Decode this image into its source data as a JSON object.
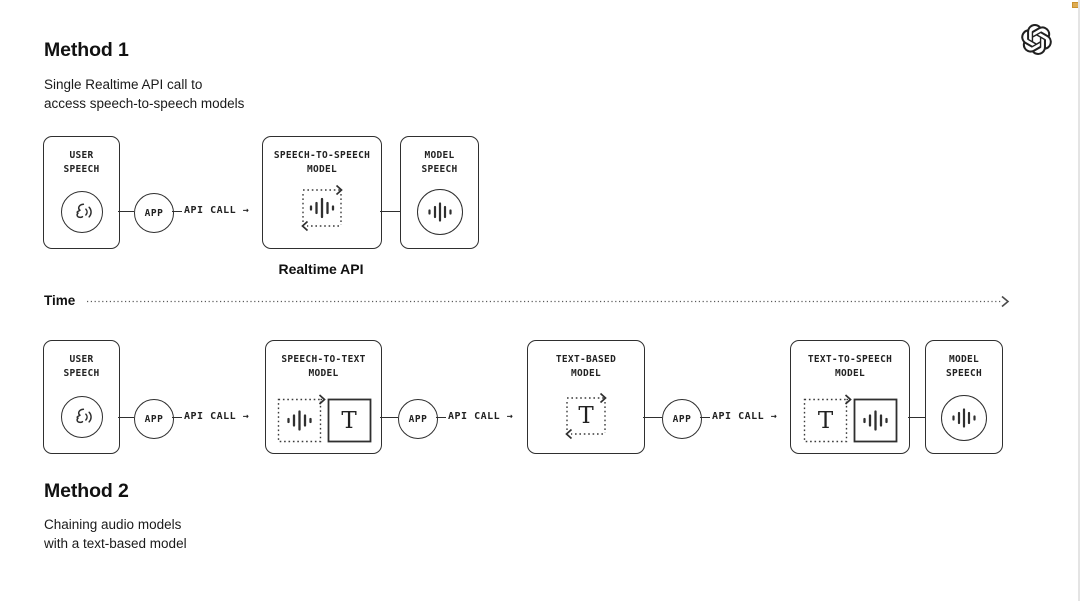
{
  "canvas": {
    "background": "#ffffff",
    "ink": "#2f2f2f",
    "corner_dot_color": "#ddab52"
  },
  "header": {
    "logo_icon": "openai-logo"
  },
  "method1": {
    "title": "Method 1",
    "subtitle": "Single Realtime API call to\naccess speech-to-speech models",
    "caption": "Realtime API"
  },
  "timeline": {
    "label": "Time"
  },
  "method2": {
    "title": "Method 2",
    "subtitle": "Chaining audio models\nwith a text-based model"
  },
  "shared": {
    "app_label": "APP",
    "api_call_label": "API CALL →",
    "t_glyph": "T"
  },
  "row1": {
    "user_speech_label": "USER\nSPEECH",
    "s2s_label": "SPEECH-TO-SPEECH\nMODEL",
    "model_speech_label": "MODEL\nSPEECH"
  },
  "row2": {
    "user_speech_label": "USER\nSPEECH",
    "s2t_label": "SPEECH-TO-TEXT\nMODEL",
    "text_based_label": "TEXT-BASED\nMODEL",
    "tts_label": "TEXT-TO-SPEECH\nMODEL",
    "model_speech_label": "MODEL\nSPEECH"
  },
  "icons": {
    "user_speech": "speaking-profile-icon",
    "model_speech": "audio-waveform-circle-icon",
    "loop": "dotted-loop-arrows-icon",
    "text": "text-t-icon",
    "arrow": "right-arrow-icon"
  }
}
